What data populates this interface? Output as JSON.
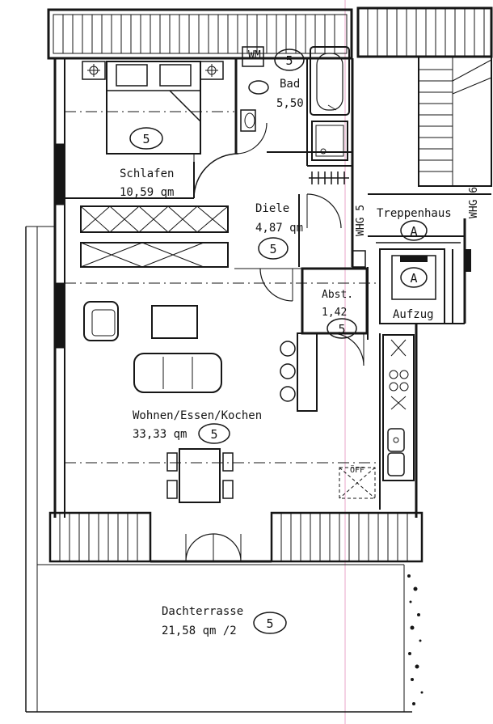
{
  "rooms": {
    "schlafen": {
      "name": "Schlafen",
      "area": "10,59 qm",
      "zone": "5"
    },
    "bad": {
      "name": "Bad",
      "area": "5,50",
      "zone": "5",
      "wc_label": "WM"
    },
    "diele": {
      "name": "Diele",
      "area": "4,87 qm",
      "zone": "5"
    },
    "abst": {
      "name": "Abst.",
      "area": "1,42",
      "zone": "5"
    },
    "treppenhaus": {
      "name": "Treppenhaus",
      "zone": "A"
    },
    "aufzug": {
      "name": "Aufzug",
      "zone": "A"
    },
    "wohnen": {
      "name": "Wohnen/Essen/Kochen",
      "area": "33,33 qm",
      "zone": "5"
    },
    "dachterrasse": {
      "name": "Dachterrasse",
      "area": "21,58 qm /2",
      "zone": "5"
    }
  },
  "labels": {
    "whg": "WHG 5",
    "whg6": "WHG 6",
    "oeff": "ÖFF"
  },
  "colors": {
    "ink": "#161616",
    "paper": "#ffffff",
    "guide": "#e8a6c8"
  }
}
